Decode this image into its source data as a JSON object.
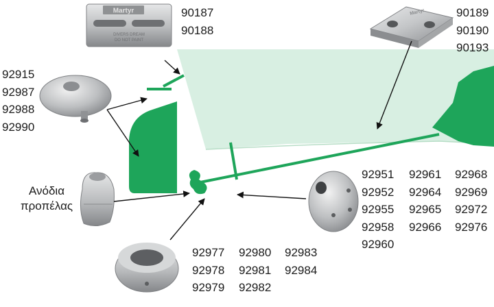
{
  "labels": {
    "plate_rect": [
      "90187",
      "90188"
    ],
    "plate_small": [
      "90189",
      "90190",
      "90193"
    ],
    "disc_anode": [
      "92915",
      "92987",
      "92988",
      "92990"
    ],
    "propeller_anode": [
      "Ανόδια",
      "προπέλας"
    ],
    "shaft_anode_col1": [
      "92951",
      "92952",
      "92955",
      "92958",
      "92960"
    ],
    "shaft_anode_col2": [
      "92961",
      "92964",
      "92965",
      "92966"
    ],
    "shaft_anode_col3": [
      "92968",
      "92969",
      "92972",
      "92976"
    ],
    "collar_col1": [
      "92977",
      "92978",
      "92979"
    ],
    "collar_col2": [
      "92980",
      "92981",
      "92982"
    ],
    "collar_col3": [
      "92983",
      "92984"
    ]
  },
  "plate_brand": "Martyr",
  "plate_caption": [
    "DIVERS DREAM",
    "DO NOT PAINT"
  ],
  "colors": {
    "hull": "#d8efe2",
    "part": "#1ea55a",
    "text": "#1a1a1a",
    "zinc": "#c3c5c7"
  }
}
